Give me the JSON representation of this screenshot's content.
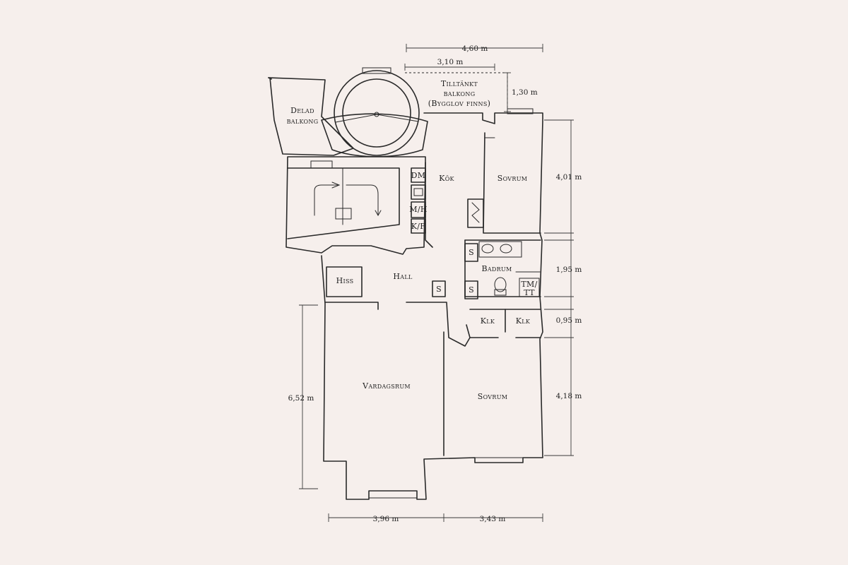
{
  "rooms": {
    "delad_balkong_1": "Delad",
    "delad_balkong_2": "balkong",
    "tilltankt_1": "Tilltänkt",
    "tilltankt_2": "balkong",
    "tilltankt_3": "(Bygglov finns)",
    "kok": "Kök",
    "sovrum_top": "Sovrum",
    "dm": "DM",
    "mh": "M/H",
    "kf": "K/F",
    "badrum": "Badrum",
    "tmtt_1": "TM/",
    "tmtt_2": "TT",
    "s_top": "S",
    "s_bottom": "S",
    "s_hall": "S",
    "hiss": "Hiss",
    "hall": "Hall",
    "klk_1": "Klk",
    "klk_2": "Klk",
    "vardagsrum": "Vardagsrum",
    "sovrum_bottom": "Sovrum"
  },
  "dimensions": {
    "top_460": "4,60 m",
    "top_310": "3,10 m",
    "balcony_130": "1,30 m",
    "right_401": "4,01 m",
    "right_195": "1,95 m",
    "right_095": "0,95 m",
    "right_418": "4,18 m",
    "left_652": "6,52 m",
    "bottom_396": "3,96 m",
    "bottom_343": "3,43 m"
  }
}
